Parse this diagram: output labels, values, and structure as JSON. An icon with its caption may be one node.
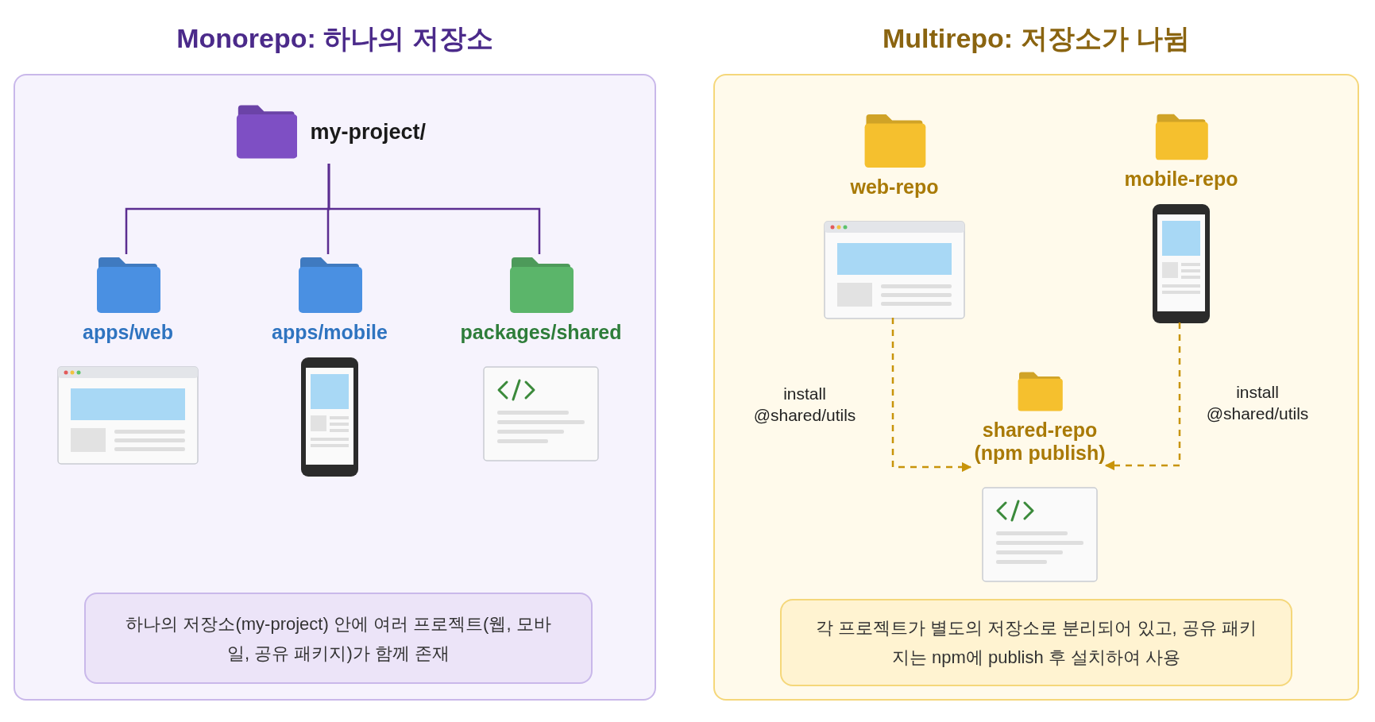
{
  "diagram": {
    "nodes": [
      {
        "text": [
          "Monorepo: 하나의 저장소"
        ]
      },
      {
        "text": [
          "my-project/"
        ],
        "in": 0
      },
      {
        "text": [
          "apps/web"
        ],
        "in": 0
      },
      {
        "text": [
          "apps/mobile"
        ],
        "in": 0
      },
      {
        "text": [
          "packages/shared"
        ],
        "in": 0
      },
      {
        "text": [
          "하나의 저장소(my-project) 안에 여러 프로젝트(웹, 모바일, 공유 패키지)가 함께 존재"
        ],
        "in": 0
      },
      {
        "text": [
          "Multirepo: 저장소가 나뉨"
        ]
      },
      {
        "text": [
          "web-repo"
        ],
        "in": 6
      },
      {
        "text": [
          "mobile-repo"
        ],
        "in": 6
      },
      {
        "text": [
          "shared-repo (npm publish)"
        ],
        "in": 6
      },
      {
        "text": [
          "각 프로젝트가 별도의 저장소로 분리되어 있고, 공유 패키지는 npm에 publish 후 설치하여 사용"
        ],
        "in": 6
      }
    ],
    "edges": [
      {
        "from": 1,
        "to": 2,
        "arrow": "none"
      },
      {
        "from": 1,
        "to": 3,
        "arrow": "none"
      },
      {
        "from": 1,
        "to": 4,
        "arrow": "none"
      },
      {
        "from": 7,
        "to": 9,
        "arrow": "to",
        "label": "install @shared/utils",
        "style": "dashed",
        "color": "#c8940a"
      },
      {
        "from": 8,
        "to": 9,
        "arrow": "to",
        "label": "install @shared/utils",
        "style": "dashed",
        "color": "#c8940a"
      }
    ]
  }
}
